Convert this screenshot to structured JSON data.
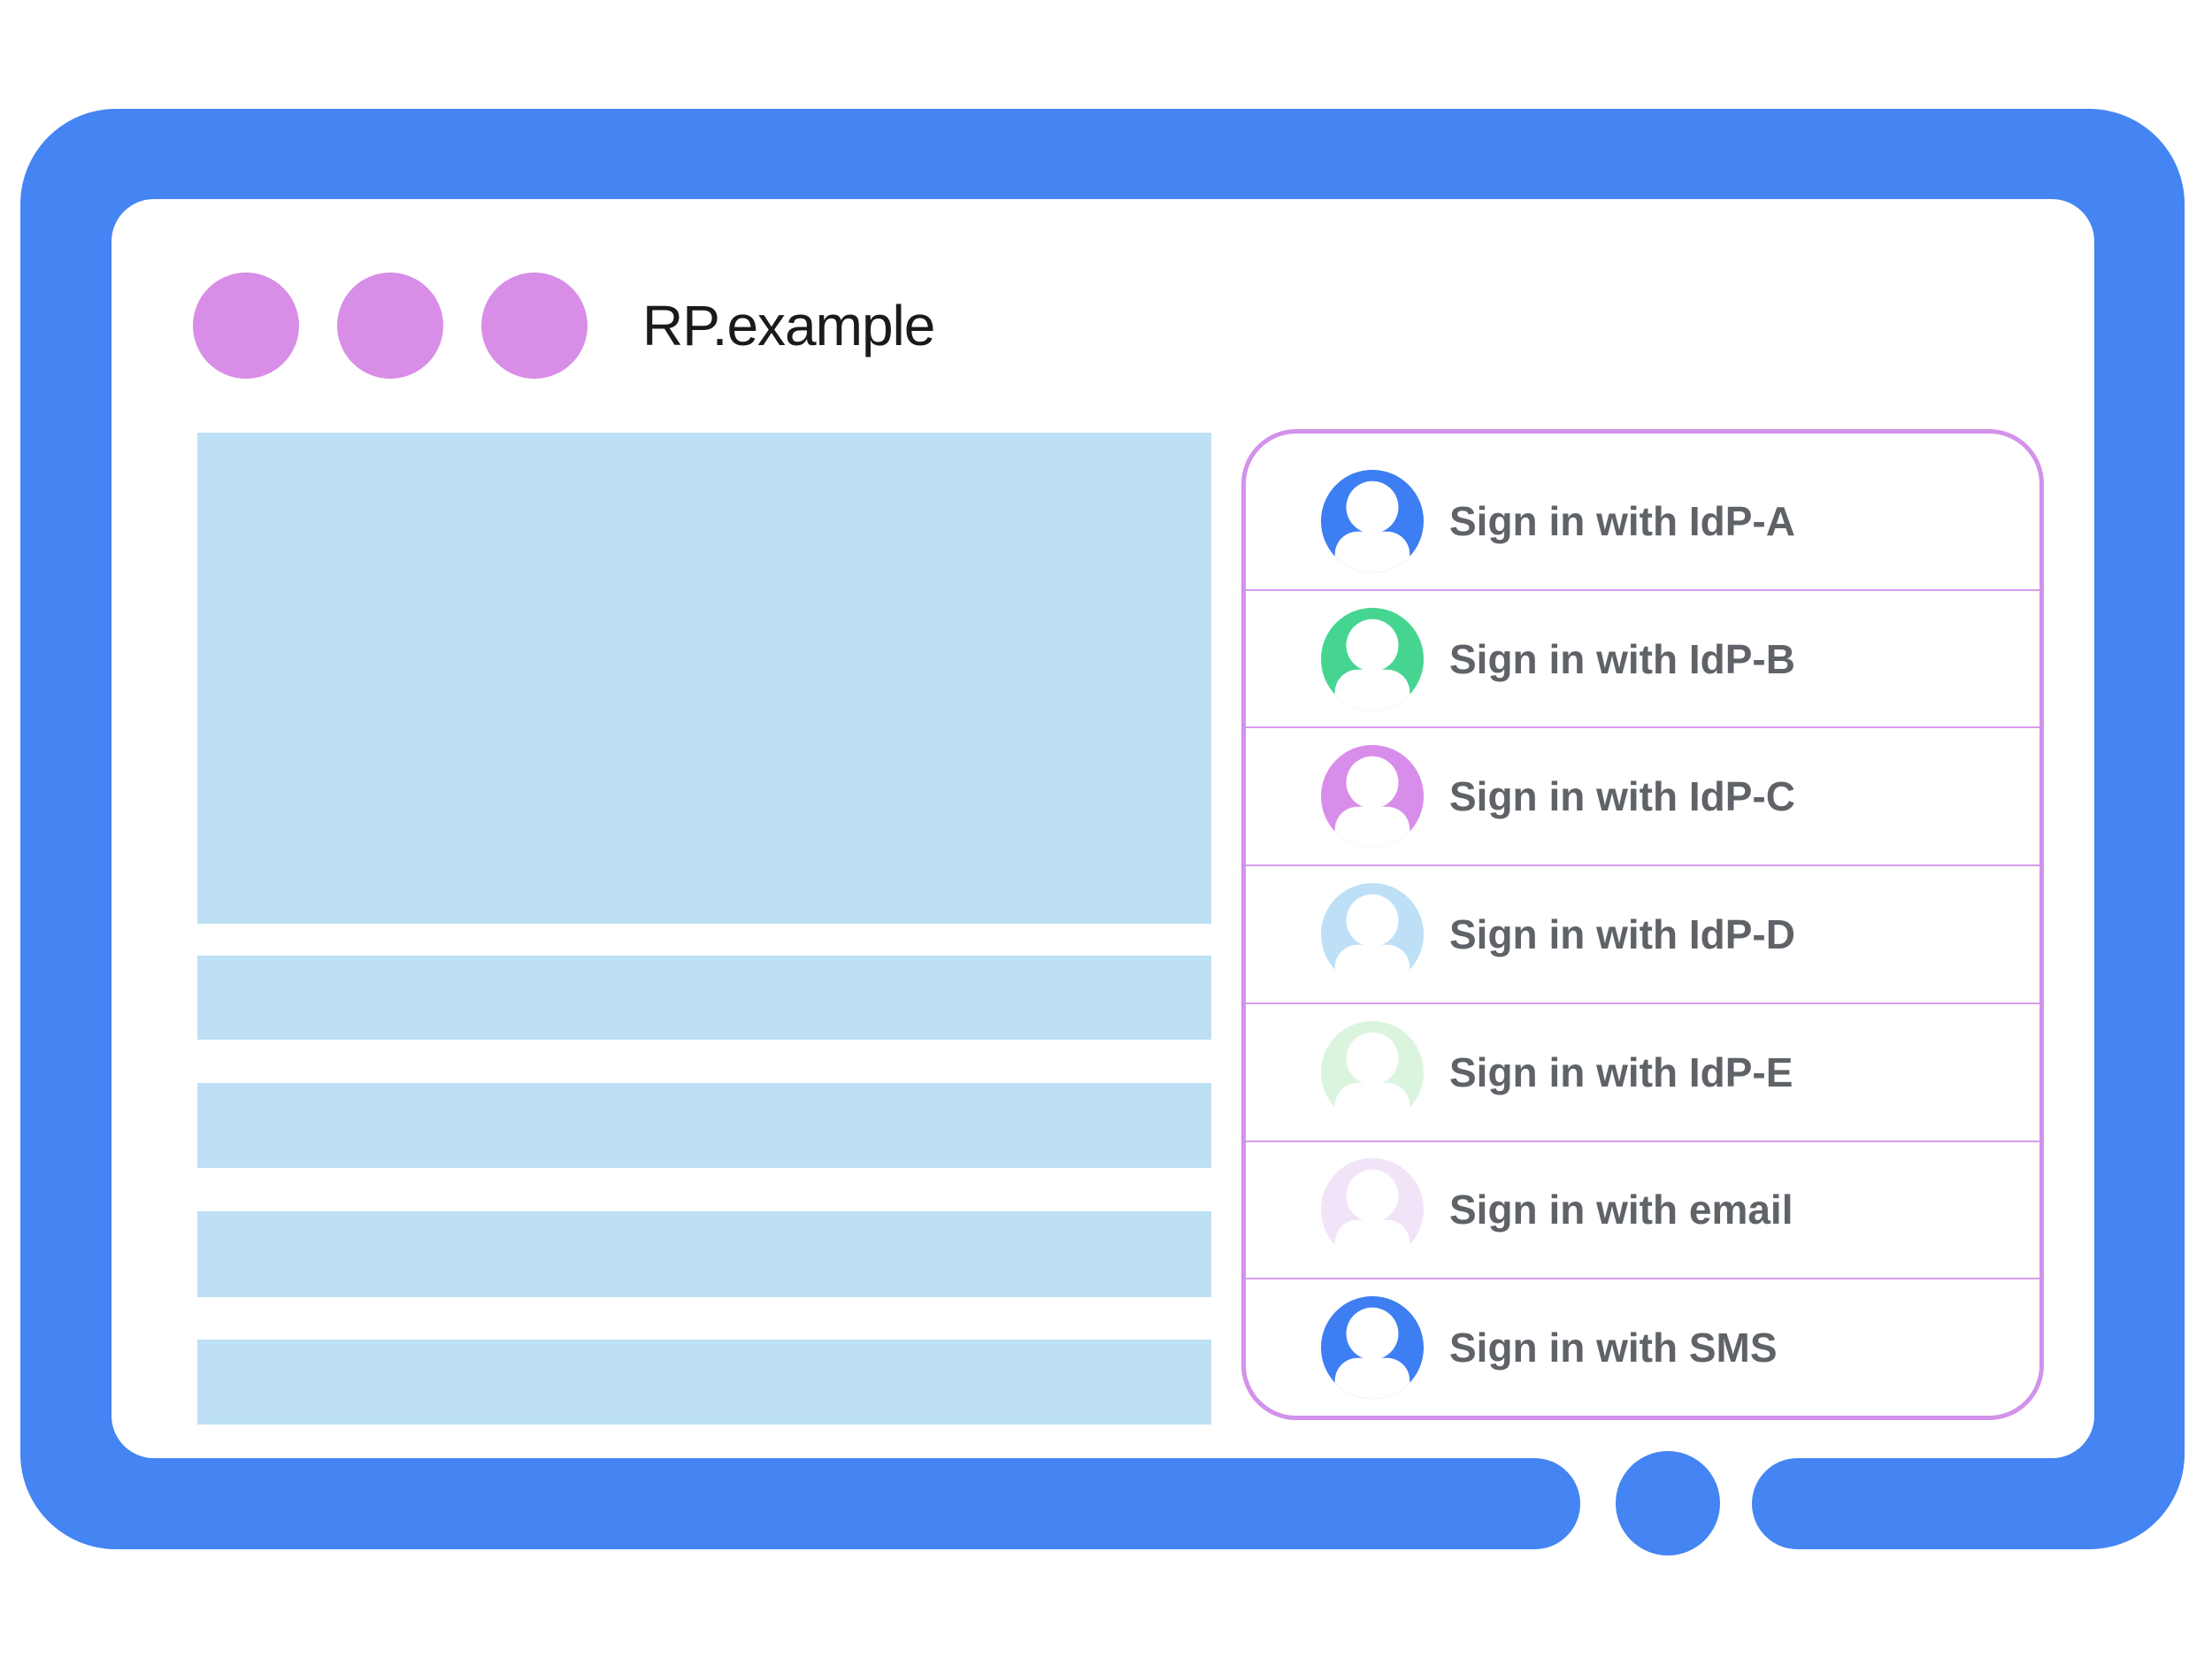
{
  "window": {
    "title": "RP.example",
    "window_controls": [
      "window-dot",
      "window-dot",
      "window-dot"
    ],
    "home_button": "home-button"
  },
  "signin_panel": {
    "options": [
      {
        "label": "Sign in with IdP-A",
        "avatar_color": "#3D7EF2"
      },
      {
        "label": "Sign in with IdP-B",
        "avatar_color": "#45D591"
      },
      {
        "label": "Sign in with IdP-C",
        "avatar_color": "#D98DEA"
      },
      {
        "label": "Sign in with IdP-D",
        "avatar_color": "#BEE0F6"
      },
      {
        "label": "Sign in with IdP-E",
        "avatar_color": "#DBF4DE"
      },
      {
        "label": "Sign in with email",
        "avatar_color": "#F1E3F8"
      },
      {
        "label": "Sign in with SMS",
        "avatar_color": "#3D7EF2"
      }
    ]
  },
  "colors": {
    "frame-blue": "#4484F3",
    "dot-purple": "#D88EE7",
    "panel-border": "#D292EB",
    "panel-separator": "#D79BEE",
    "content-blue": "#BDE0F5",
    "row-text": "#5F6368",
    "title-text": "#1A1A1A"
  }
}
